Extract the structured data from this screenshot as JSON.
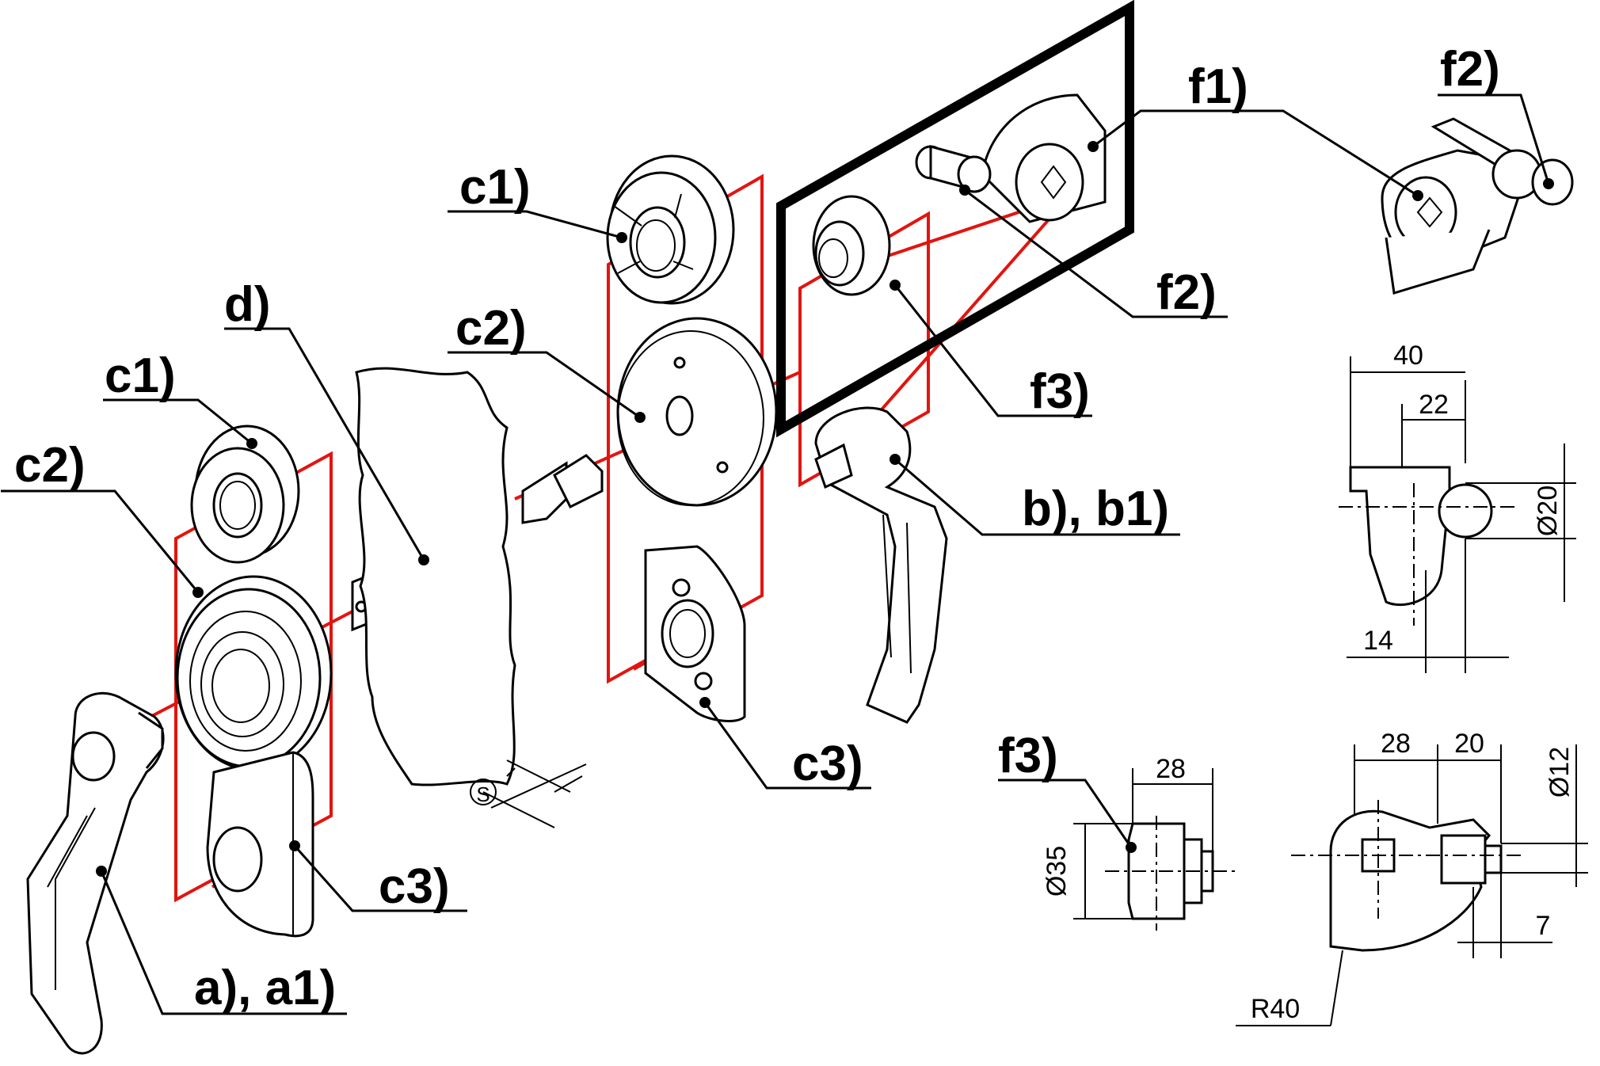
{
  "callouts": {
    "a_a1": "a), a1)",
    "b_b1": "b), b1)",
    "c1_left": "c1)",
    "c2_left": "c2)",
    "c3_left": "c3)",
    "c1_right": "c1)",
    "c2_right": "c2)",
    "c3_right": "c3)",
    "d": "d)",
    "f1": "f1)",
    "f2_center": "f2)",
    "f2_top": "f2)",
    "f3_center": "f3)",
    "f3_detail": "f3)"
  },
  "dimensions": {
    "side_40": "40",
    "side_22": "22",
    "side_14": "14",
    "side_dia20": "Ø20",
    "f3_28": "28",
    "f3_dia35": "Ø35",
    "front_28": "28",
    "front_20": "20",
    "front_dia12": "Ø12",
    "front_7": "7",
    "front_r40": "R40",
    "wall_symbol": "S"
  },
  "colors": {
    "assembly_lines": "#e3140f",
    "outline": "#000000"
  }
}
